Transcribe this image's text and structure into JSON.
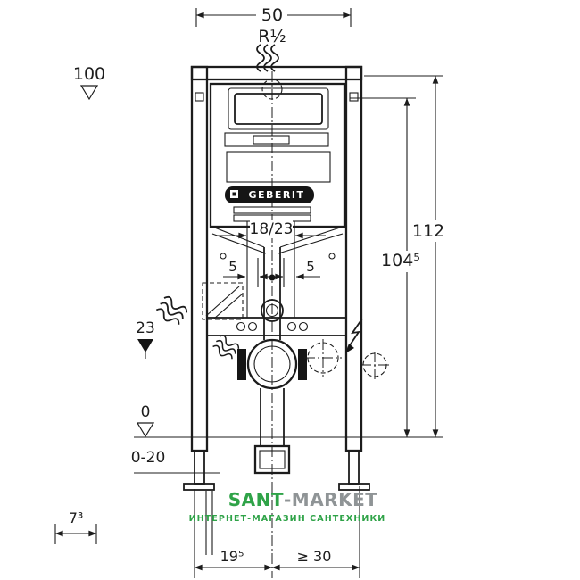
{
  "dimensions": {
    "frame_width": "50",
    "water_supply_thread": "R½",
    "top_level": "100",
    "overall_height": "112",
    "upper_height": "104⁵",
    "flush_pipe": "18/23",
    "offset_left": "5",
    "offset_right": "5",
    "outlet_level": "23",
    "floor_level": "0",
    "floor_finish_range": "0-20",
    "foot_depth": "7³",
    "outlet_offset": "19⁵",
    "side_clearance": "≥ 30"
  },
  "labels": {
    "brand": "GEBERIT"
  },
  "watermark": {
    "brand_primary": "SANT",
    "brand_secondary": "-MARKET",
    "tagline": "ИНТЕРНЕТ-МАГАЗИН САНТЕХНИКИ"
  },
  "colors": {
    "line": "#1c1c1c",
    "watermark_green": "#2fa348",
    "watermark_gray": "#8f9496",
    "logo_bg": "#151515"
  }
}
